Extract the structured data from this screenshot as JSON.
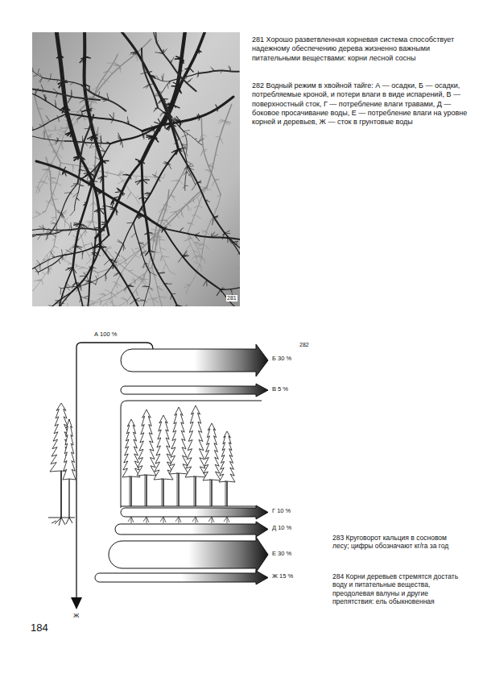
{
  "diagram": {
    "labels": [
      "281 Хорошо разветвленная корневая система способствует надежному обеспечению дерева жизненно важными питательными веществами: корни лесной сосны",
      "282 Водный режим в хвойной тайге: А — осадки, Б — осадки, потребляемые кроной, и потери влаги в виде испарений, В — поверхностный сток, Г — потребление влаги травами, Д — боковое просачивание воды, Е — потребление влаги на уровне корней и деревьев, Ж — сток в грунтовые воды",
      "281",
      "282",
      "А 100 %",
      "Б 30 %",
      "В 5 %",
      "Г 10 %",
      "Д 10 %",
      "Е 30 %",
      "Ж 15 %",
      "Ж",
      "283 Круговорот кальция в сосновом лесу; цифры обозначают кг/га за год",
      "284 Корни деревьев стремятся достать воду и питательные вещества, преодолевая валуны и другие препятствия: ель обыкновенная",
      "184"
    ]
  }
}
